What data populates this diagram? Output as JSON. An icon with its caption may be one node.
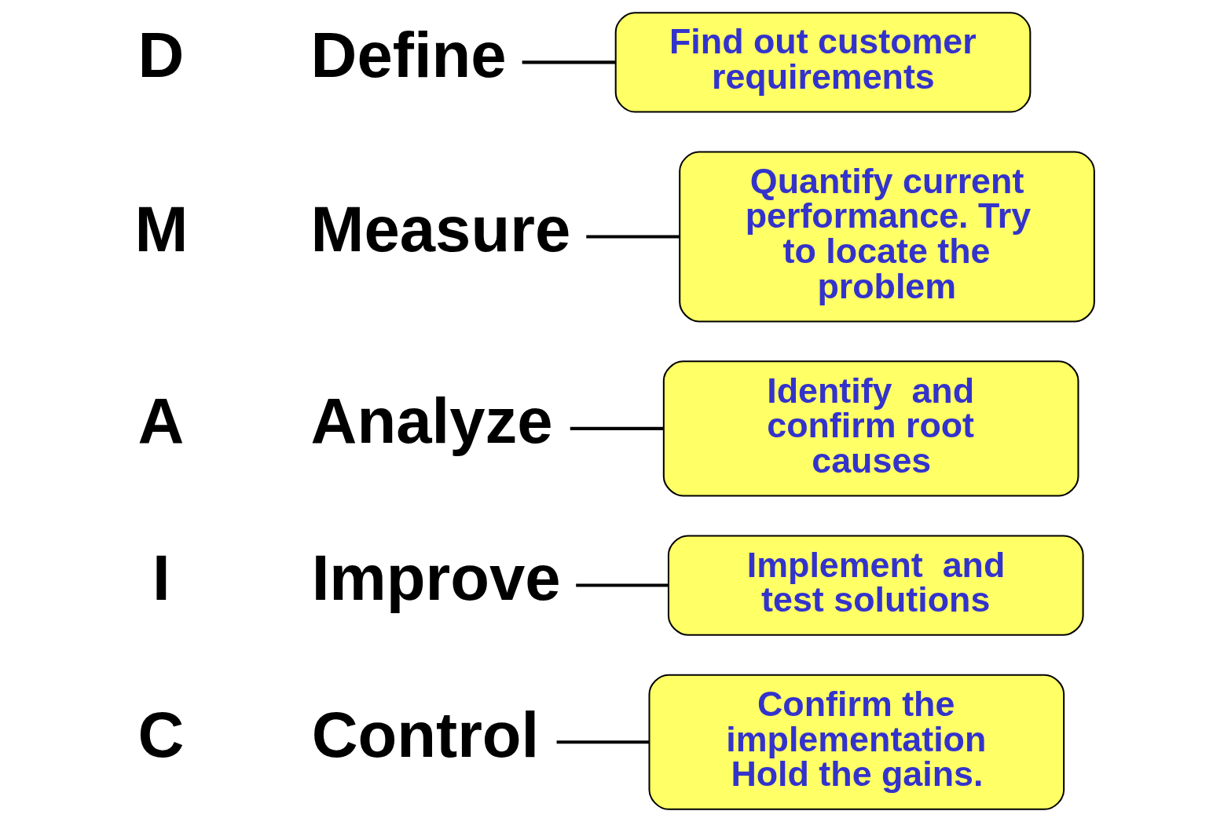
{
  "diagram": {
    "nodes": [
      {
        "text": [
          "Define"
        ]
      },
      {
        "text": [
          "Find out customer requirements"
        ]
      },
      {
        "text": [
          "Measure"
        ]
      },
      {
        "text": [
          "Quantify current performance. Try to locate the problem"
        ]
      },
      {
        "text": [
          "Analyze"
        ]
      },
      {
        "text": [
          "Identify  and confirm root causes"
        ]
      },
      {
        "text": [
          "Improve"
        ]
      },
      {
        "text": [
          "Implement  and test solutions"
        ]
      },
      {
        "text": [
          "Control"
        ]
      },
      {
        "text": [
          "Confirm the implementation Hold the gains."
        ]
      }
    ],
    "edges": [
      {
        "from": 0,
        "to": 1,
        "arrow": "none"
      },
      {
        "from": 2,
        "to": 3,
        "arrow": "none"
      },
      {
        "from": 4,
        "to": 5,
        "arrow": "none"
      },
      {
        "from": 6,
        "to": 7,
        "arrow": "none"
      },
      {
        "from": 8,
        "to": 9,
        "arrow": "none"
      }
    ],
    "labels": [
      "D",
      "M",
      "A",
      "I",
      "C"
    ]
  }
}
